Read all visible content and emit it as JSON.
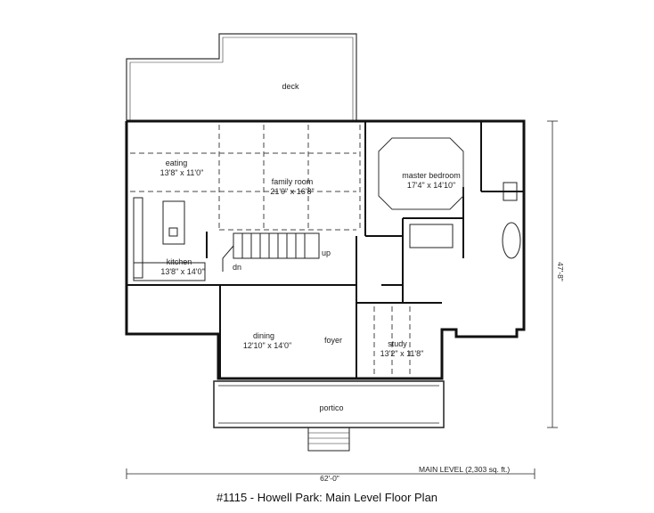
{
  "caption": "#1115 - Howell Park: Main Level Floor Plan",
  "level_note": "MAIN LEVEL (2,303 sq. ft.)",
  "dimensions": {
    "width": "62'-0\"",
    "depth": "47'-8\""
  },
  "rooms": {
    "deck": {
      "name": "deck"
    },
    "eating": {
      "name": "eating",
      "size": "13'8\" x 11'0\""
    },
    "family_room": {
      "name": "family room",
      "size": "21'0\" x 16'8\""
    },
    "master_bedroom": {
      "name": "master bedroom",
      "size": "17'4\" x 14'10\""
    },
    "kitchen": {
      "name": "kitchen",
      "size": "13'8\" x 14'0\""
    },
    "dining": {
      "name": "dining",
      "size": "12'10\" x 14'0\""
    },
    "foyer": {
      "name": "foyer"
    },
    "study": {
      "name": "study",
      "size": "13'2\" x 11'8\""
    },
    "portico": {
      "name": "portico"
    }
  },
  "stair_labels": {
    "up": "up",
    "dn": "dn"
  }
}
